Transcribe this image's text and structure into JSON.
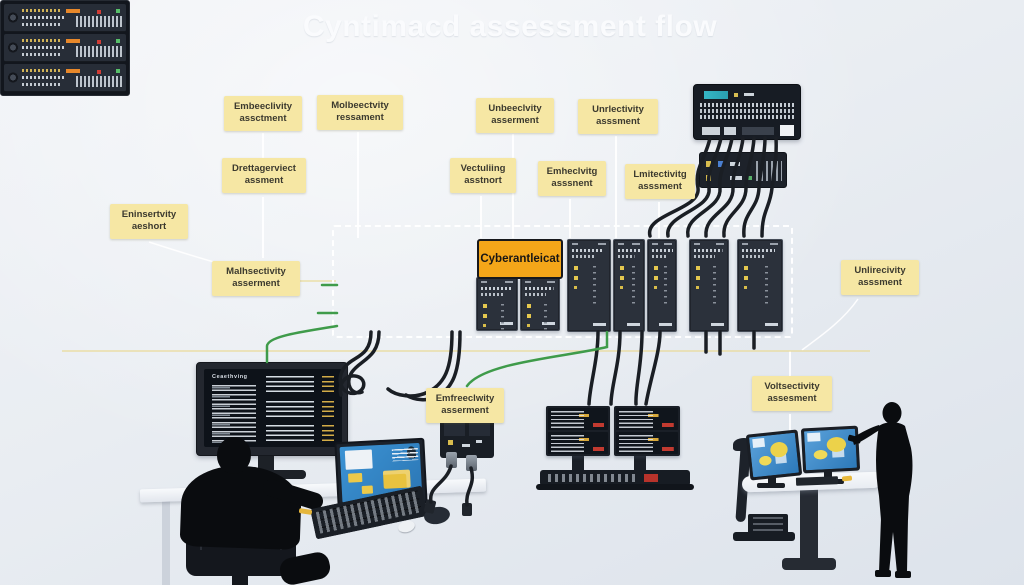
{
  "title": "Cyntimacd assessment flow",
  "labels": {
    "embeeclivity": {
      "line1": "Embeeclivity",
      "line2": "assctment"
    },
    "molbeectvity": {
      "line1": "Molbeectvity",
      "line2": "ressament"
    },
    "drettagerviect": {
      "line1": "Drettagerviect",
      "line2": "assment"
    },
    "eninsertvity": {
      "line1": "Eninsertvity",
      "line2": "aeshort"
    },
    "malhsectivity": {
      "line1": "Malhsectivity",
      "line2": "asserment"
    },
    "unbeeclvity": {
      "line1": "Unbeeclvity",
      "line2": "asserment"
    },
    "unrlectivity": {
      "line1": "Unrlectivity",
      "line2": "asssment"
    },
    "vectuliing": {
      "line1": "Vectuliing",
      "line2": "asstnort"
    },
    "emheclvitg": {
      "line1": "Emheclvitg",
      "line2": "asssnent"
    },
    "lmitectivitg": {
      "line1": "Lmitectivitg",
      "line2": "asssment"
    },
    "unlirecivity": {
      "line1": "Unlirecivity",
      "line2": "asssment"
    },
    "emfreeclwity": {
      "line1": "Emfreeclwity",
      "line2": "asserment"
    },
    "voltsectivity": {
      "line1": "Voltsectivity",
      "line2": "assesment"
    },
    "cyber": {
      "label": "Cyberantleicat"
    }
  },
  "monitor": {
    "header": "Ceaethving"
  },
  "colors": {
    "label_bg": "#f6e7a4",
    "label_text": "#3c3a2f",
    "accent_orange": "#f4a619",
    "rack_dark": "#12161d",
    "panel_dark": "#2b313b",
    "screen_blue": "#2f86c9",
    "cable_black": "#1a1e24",
    "green_wire": "#3f9b4a",
    "title_color": "#fafbfd",
    "yellow_line": "#ead88f"
  }
}
